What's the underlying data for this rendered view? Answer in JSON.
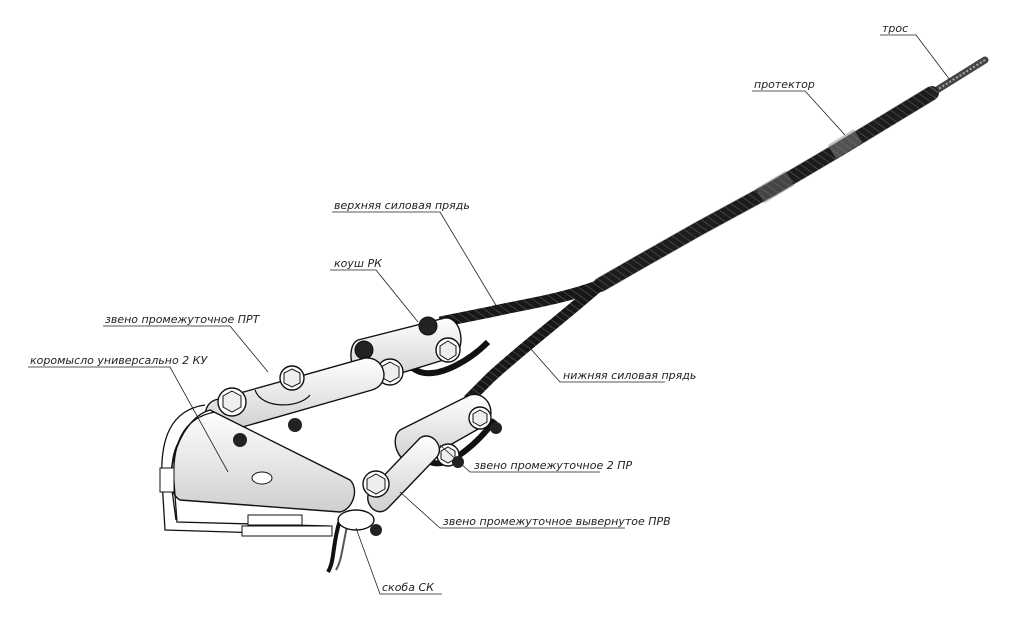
{
  "diagram": {
    "labels": {
      "tross": "трос",
      "protector": "протектор",
      "upper_strand": "верхняя силовая прядь",
      "thimble": "коуш РК",
      "link_prt": "звено промежуточное ПРТ",
      "yoke": "коромысло универсально 2 КУ",
      "lower_strand": "нижняя силовая прядь",
      "link_2pr": "звено промежуточное 2 ПР",
      "link_prv": "звено промежуточное вывернутое ПРВ",
      "shackle": "скоба СК"
    },
    "colors": {
      "line": "#1a1a1a",
      "cable": "#2b2b2b",
      "metal": "#f2f2f2",
      "shade": "#bdbdbd"
    }
  }
}
